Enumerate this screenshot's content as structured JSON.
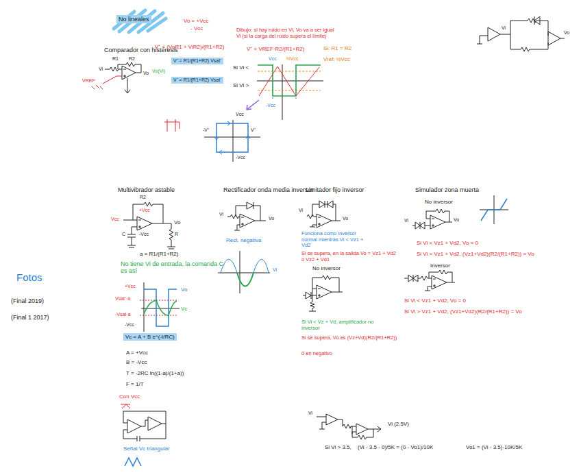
{
  "diagram": {
    "nodes": [
      {
        "text": [
          "No lineales"
        ]
      },
      {
        "text": [
          "V⁺ = R1/(R1+R2) Vsat⁺"
        ]
      },
      {
        "text": [
          "V⁻ = R1/(R1+R2) Vsat⁻"
        ]
      },
      {
        "text": [
          "Vc = A + B e^(-t/RC)"
        ]
      }
    ],
    "labels": [
      "Vo = +Vcc",
      "- Vcc",
      "Comparador con histéresis",
      "R1",
      "R2",
      "Vi",
      "Vo",
      "VREF",
      "V⁺ = (VoR1 + ViR2)/(R1+R2)",
      "V⁺ = VREF·R2/(R1+R2)",
      "Dibujo: si hay ruido en Vi, Vo va a ser igual Vi (si la carga del ruido supera el límite)",
      "Vo(Vi)",
      "Si Vi <",
      "Si Vi >",
      "Vcc",
      "½Vcc",
      "-Vcc",
      "Si: R1 = R2",
      "Vref: ½Vcc",
      "Vcc",
      "-V⁺",
      "V⁺",
      "-Vcc",
      "Vi",
      "Vo",
      "Multivibrador astable",
      "R2",
      "+Vcc",
      "Vcc",
      "-Vcc",
      "Vo",
      "C",
      "R",
      "a = R1/(R1+R2)",
      "No tiene Vi de entrada, la comanda C es así",
      "+Vcc",
      "Vsat⁺·a",
      "-Vsat·a",
      "-Vcc",
      "Vo",
      "Vc",
      "A = +Vcc",
      "B = -Vcc",
      "T = -2RC ln((1-a)/(1+a))",
      "F = 1/T",
      "Con Vcc",
      "Señal Vc triangular",
      "Rectificador onda media inversor",
      "Vi",
      "Vo",
      "Rect. negativa",
      "Vi",
      "Limitador fijo inversor",
      "Vi",
      "Vo",
      "Funciona como inversor normal mientras Vi < Vz1 + Vd2",
      "Si se supera, en la salida Vo = Vz1 + Vd2 o Vz2 + Vd1",
      "No inversor",
      "Si Vi < Vz + Vd, amplificador no inversor",
      "Si se supera, Vo es (Vz+Vd)(R2/(R1+R2))",
      "0 en negativo",
      "Simulador zona muerta",
      "No inversor",
      "Vi",
      "Vo",
      "Si Vi < Vz1 + Vd2, Vo = 0",
      "Si Vi > Vz1 + Vd2, (Vz1+Vd2)(R2/(R1+R2)) = Vo",
      "Inversor",
      "Si Vi < Vz1 + Vd2, Vo = 0",
      "Si Vi > Vz1 + Vd2, (Vz1+Vd2)(R2/(R1+R2)) = Vo",
      "Fotos",
      "(Final 2019)",
      "(Final 1 2017)",
      "Vi",
      "Vi (2.5V)",
      "Si Vi > 3.5,",
      "(Vi - 3.5 - 0)/5K = (0 - Vo1)/10K",
      "Vo1 = (Vi - 3.5)·10K/5K"
    ]
  }
}
